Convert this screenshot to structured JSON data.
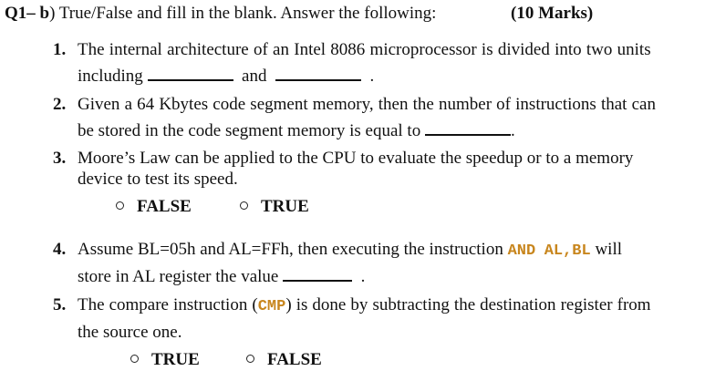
{
  "header": {
    "label": "Q1– b",
    "title": ") True/False and fill in the blank. Answer the following:",
    "marks": "(10 Marks)"
  },
  "questions": [
    {
      "number": "1.",
      "line1": "The internal architecture of an Intel 8086 microprocessor is divided into two units",
      "line2_prefix": "including",
      "line2_middle": "and",
      "line2_suffix": "."
    },
    {
      "number": "2.",
      "line1": "Given a 64 Kbytes code segment memory, then the number of instructions that can",
      "line2_prefix": "be stored in the code segment memory is equal to",
      "line2_suffix": "."
    },
    {
      "number": "3.",
      "line1": "Moore’s Law can be applied to the CPU to evaluate the speedup or to a memory",
      "line2": "device to test its speed.",
      "options": [
        "FALSE",
        "TRUE"
      ]
    },
    {
      "number": "4.",
      "line1_prefix": "Assume BL=05h and AL=FFh, then executing the instruction",
      "code_op": "AND",
      "code_args": "AL,BL",
      "line1_suffix": "will",
      "line2_prefix": "store in AL register the value",
      "line2_suffix": "."
    },
    {
      "number": "5.",
      "line1_prefix": "The compare instruction (",
      "code": "CMP",
      "line1_suffix": ") is done by subtracting the destination register from",
      "line2": "the source one.",
      "options": [
        "TRUE",
        "FALSE"
      ]
    }
  ],
  "colors": {
    "code_text": "#c8861e",
    "body_text": "#111111"
  }
}
